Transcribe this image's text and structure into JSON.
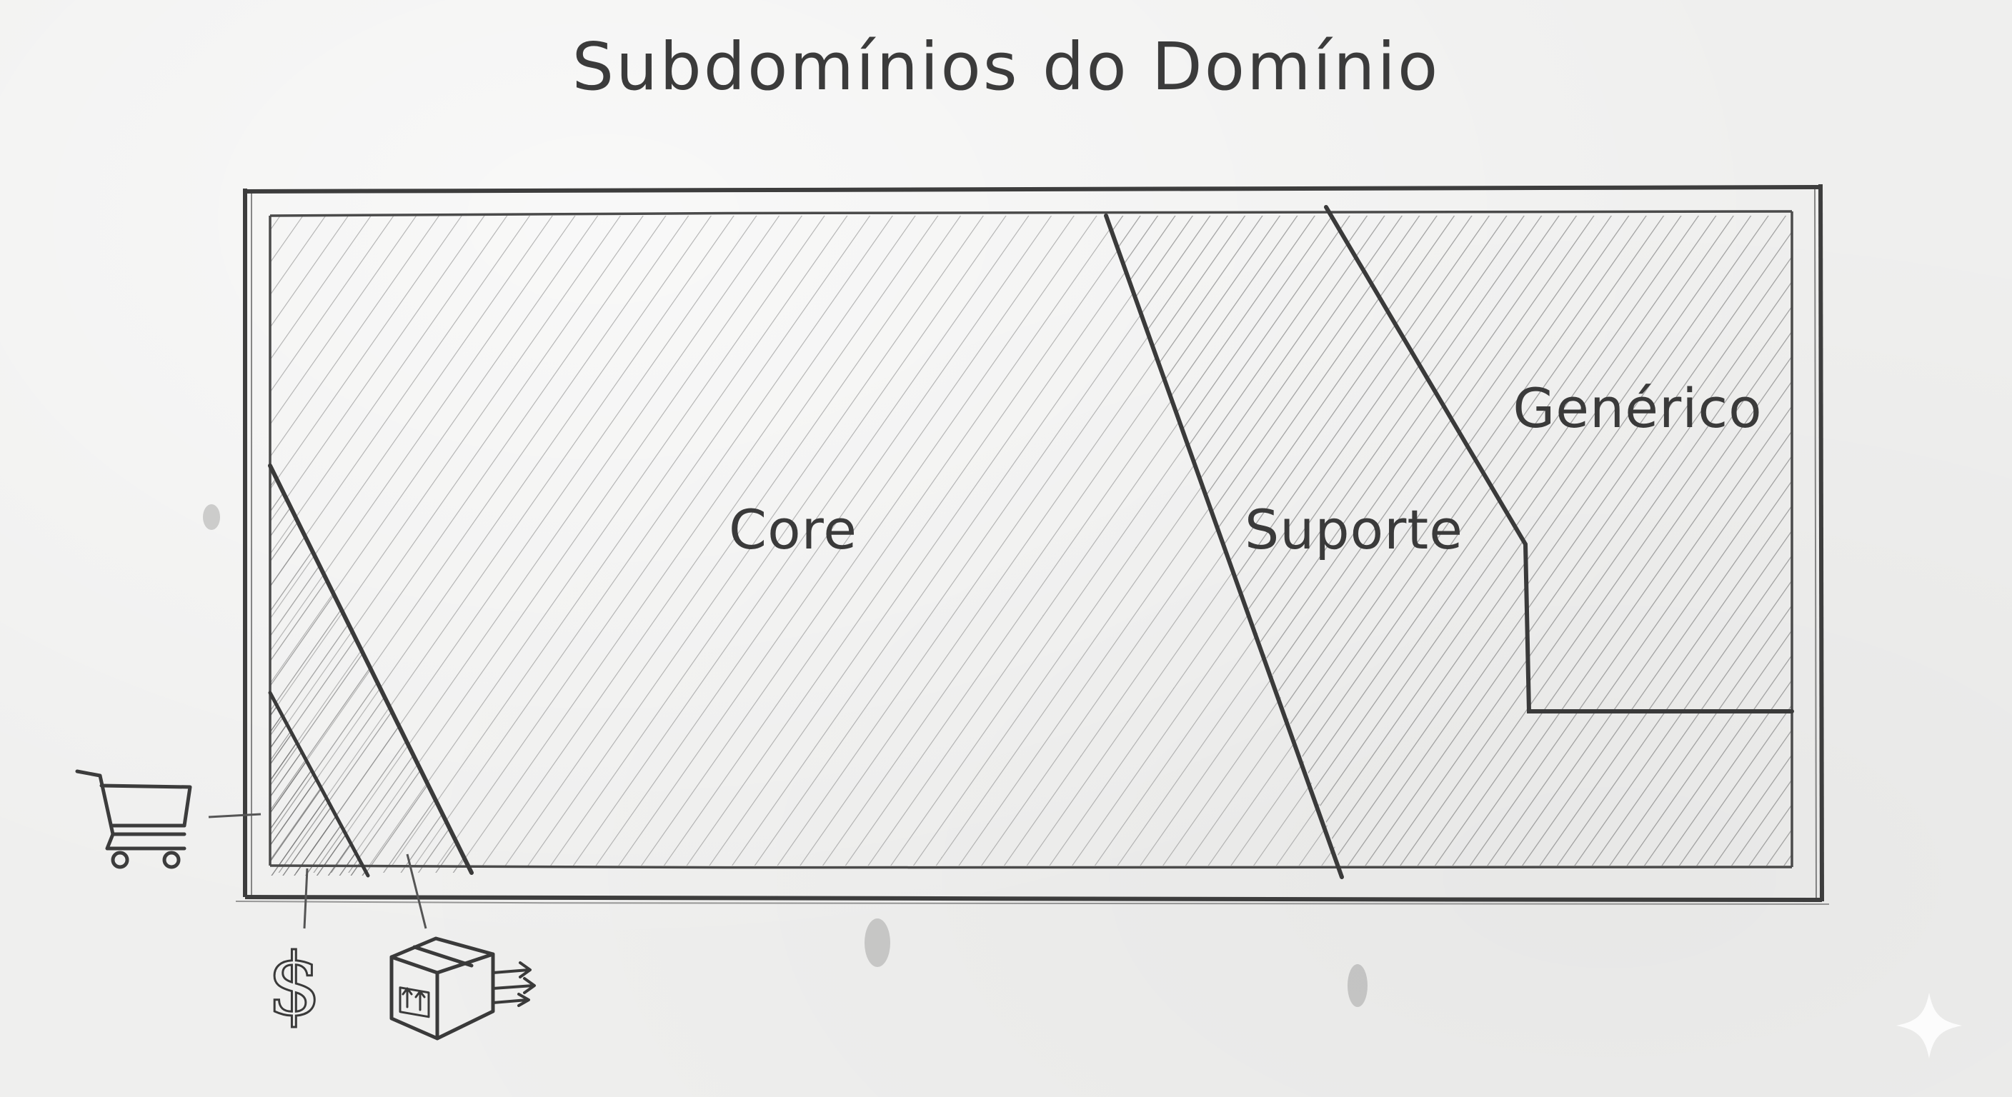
{
  "title": "Subdomínios do Domínio",
  "regions": {
    "core": "Core",
    "suporte": "Suporte",
    "generico": "Genérico"
  },
  "icons": {
    "cart": "shopping-cart-icon",
    "dollar": "dollar-icon",
    "dollar_glyph": "$",
    "box": "shipping-box-icon",
    "sparkle": "sparkle-icon"
  },
  "colors": {
    "paper": "#efefee",
    "ink": "#3a3a3a",
    "hatch": "#8a8a8a"
  }
}
